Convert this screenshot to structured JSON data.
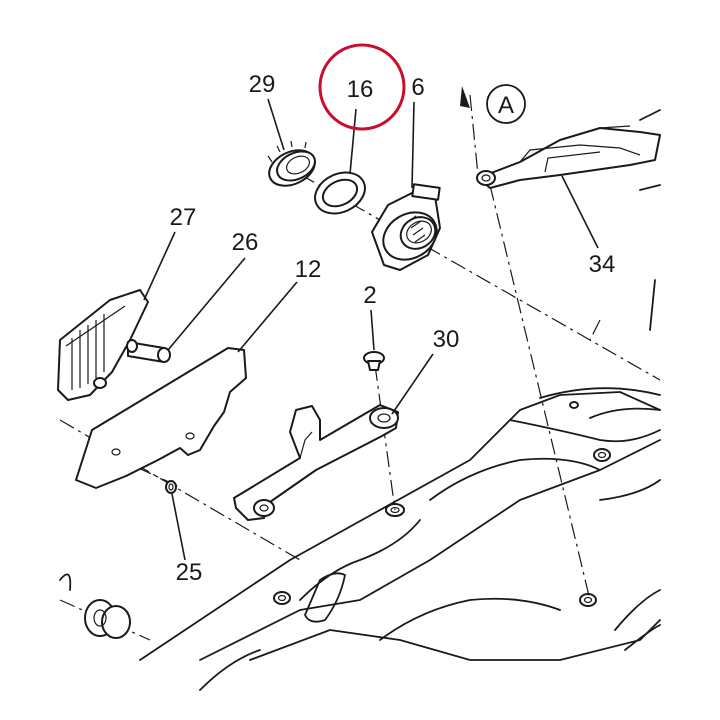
{
  "callouts": {
    "c29": "29",
    "c16": "16",
    "c6": "6",
    "cA": "A",
    "c27": "27",
    "c26": "26",
    "c12": "12",
    "c2": "2",
    "c30": "30",
    "c34": "34",
    "c25": "25"
  },
  "colors": {
    "highlight": "#c8102e",
    "line": "#1a1a1a"
  },
  "highlighted_part": "16"
}
